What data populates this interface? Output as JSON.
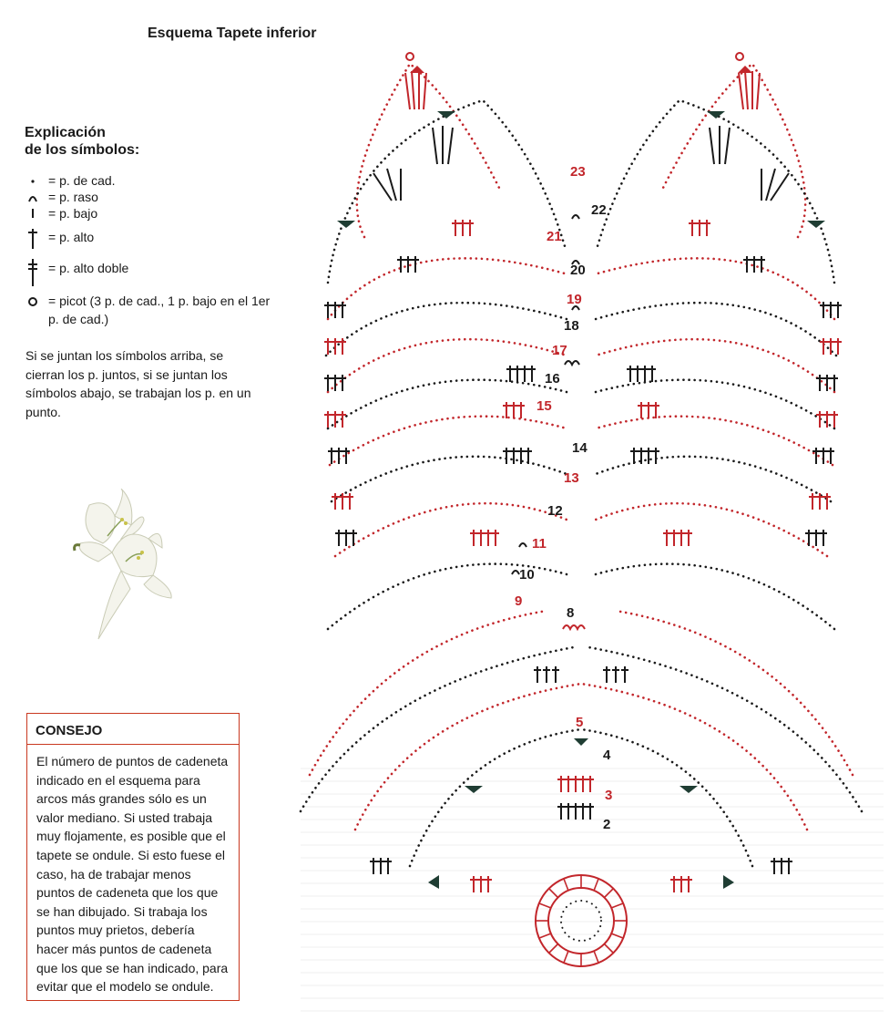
{
  "title": "Esquema Tapete inferior",
  "legend": {
    "heading_line1": "Explicación",
    "heading_line2": "de los símbolos:",
    "items": [
      {
        "icon": "dot-icon",
        "label": "= p. de cad."
      },
      {
        "icon": "arc-icon",
        "label": "= p. raso"
      },
      {
        "icon": "bar-icon",
        "label": "= p. bajo"
      },
      {
        "icon": "dagger-icon",
        "label": "= p. alto"
      },
      {
        "icon": "double-dagger-icon",
        "label": "= p. alto doble"
      },
      {
        "icon": "circle-icon",
        "label": "= picot (3 p. de cad., 1 p. bajo en el 1er p. de cad.)"
      }
    ],
    "note": "Si se juntan los símbolos arriba, se cierran los p. juntos, si se juntan los símbolos abajo, se trabajan los p. en un punto."
  },
  "consejo": {
    "heading": "CONSEJO",
    "body": "El número de puntos de cadeneta indicado en el esquema para arcos más grandes sólo es un valor mediano. Si usted trabaja muy flojamente, es posible que el tapete se ondule. Si esto fuese el caso, ha de trabajar menos puntos de cadeneta que los que se han dibujado. Si trabaja los puntos muy prietos, debería hacer más puntos de cadeneta que los que se han indicado, para evitar que el modelo se ondule."
  },
  "diagram": {
    "round_numbers": [
      "2",
      "3",
      "4",
      "5",
      "8",
      "9",
      "10",
      "11",
      "12",
      "13",
      "14",
      "15",
      "16",
      "17",
      "18",
      "19",
      "20",
      "21",
      "22",
      "23"
    ],
    "colors": {
      "red": "#c2262b",
      "black": "#1a1a1a"
    }
  }
}
